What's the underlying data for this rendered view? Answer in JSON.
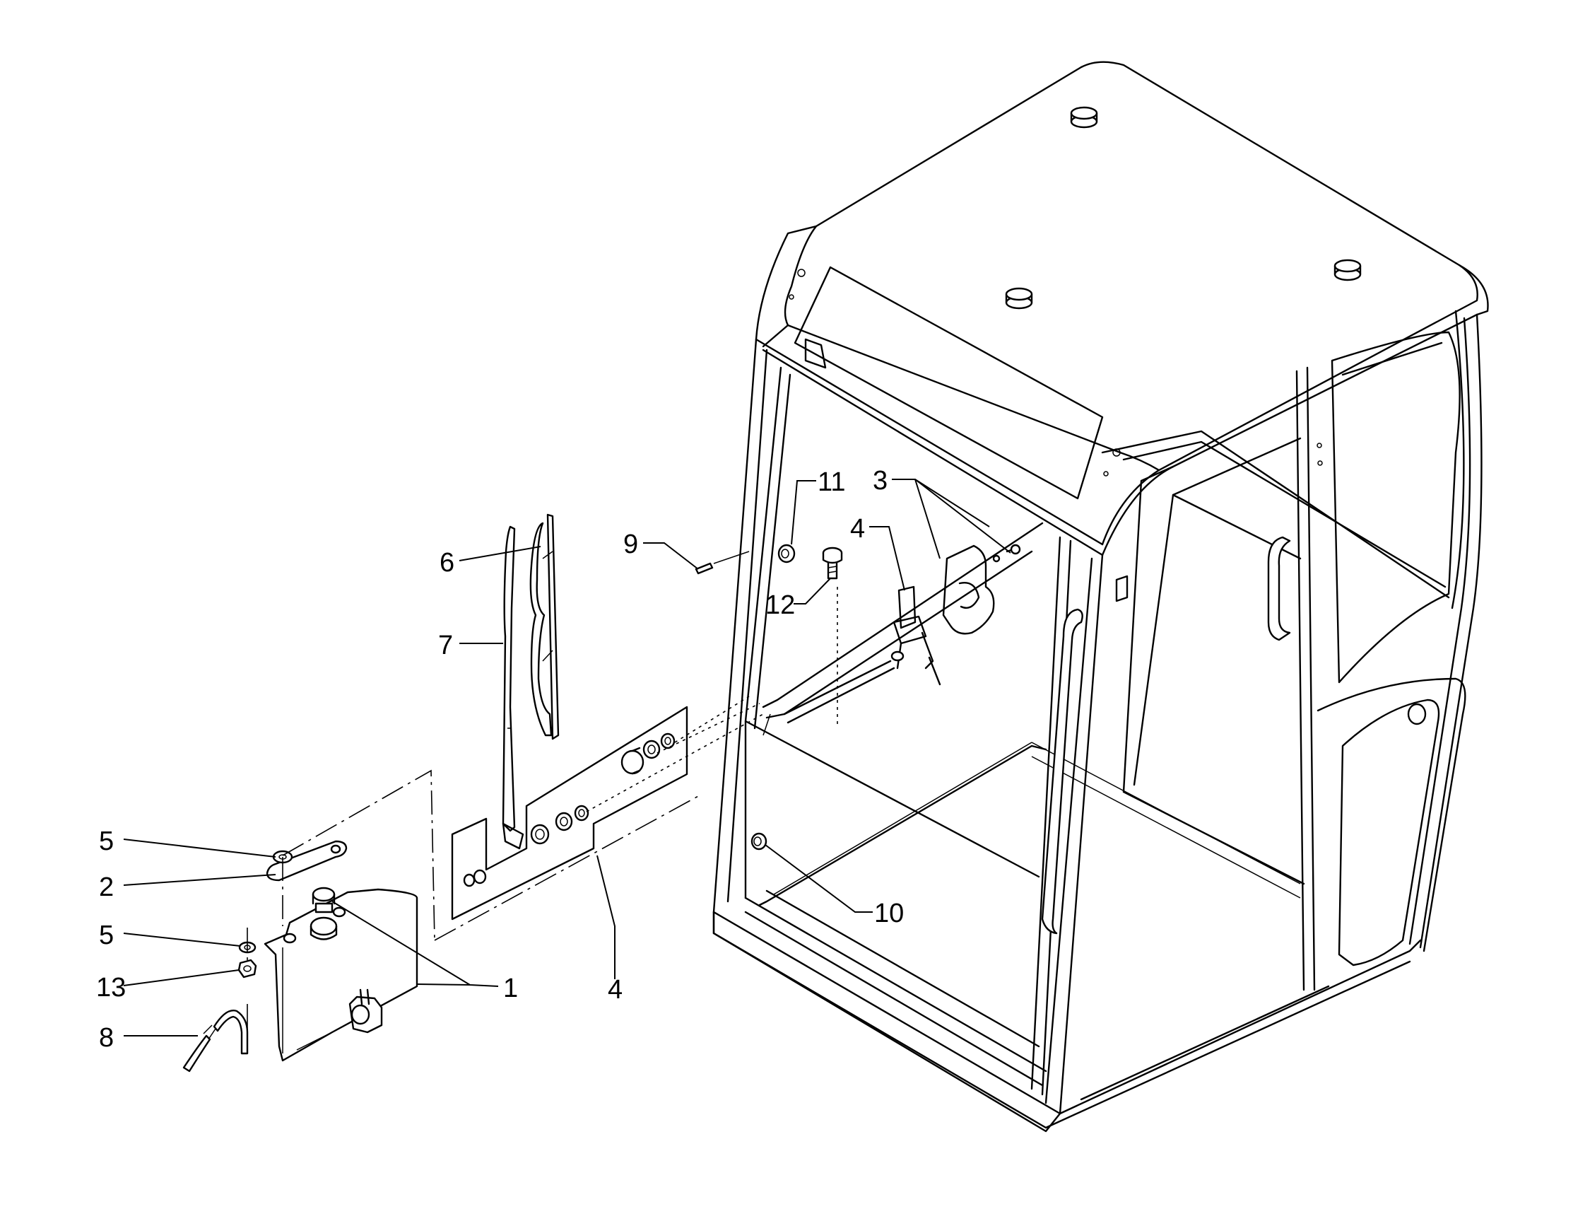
{
  "callouts": [
    {
      "id": "c1",
      "label": "1"
    },
    {
      "id": "c2",
      "label": "2"
    },
    {
      "id": "c3",
      "label": "3"
    },
    {
      "id": "c4a",
      "label": "4"
    },
    {
      "id": "c4b",
      "label": "4"
    },
    {
      "id": "c5a",
      "label": "5"
    },
    {
      "id": "c5b",
      "label": "5"
    },
    {
      "id": "c6",
      "label": "6"
    },
    {
      "id": "c7",
      "label": "7"
    },
    {
      "id": "c8",
      "label": "8"
    },
    {
      "id": "c9",
      "label": "9"
    },
    {
      "id": "c10",
      "label": "10"
    },
    {
      "id": "c11",
      "label": "11"
    },
    {
      "id": "c12",
      "label": "12"
    },
    {
      "id": "c13",
      "label": "13"
    }
  ]
}
